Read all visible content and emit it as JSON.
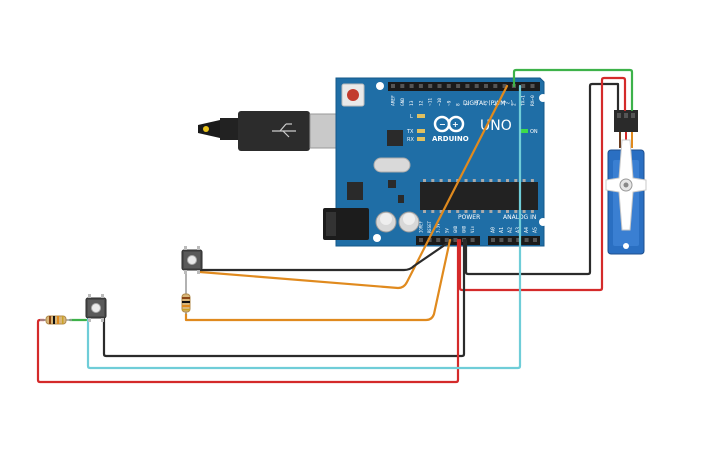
{
  "board": {
    "brand": "ARDUINO",
    "model": "UNO",
    "digital_label": "DIGITAL (PWM~)",
    "power_label": "POWER",
    "analog_label": "ANALOG IN",
    "on_label": "ON",
    "led_l": "L",
    "led_tx": "TX",
    "led_rx": "RX",
    "digital_pins": [
      "AREF",
      "GND",
      "13",
      "12",
      "~11",
      "~10",
      "~9",
      "8",
      "7",
      "~6",
      "~5",
      "4",
      "~3",
      "2",
      "TX→1",
      "RX←0"
    ],
    "power_pins": [
      "IOREF",
      "RESET",
      "3.3V",
      "5V",
      "GND",
      "GND",
      "Vin"
    ],
    "analog_pins": [
      "A0",
      "A1",
      "A2",
      "A3",
      "A4",
      "A5"
    ]
  },
  "components": {
    "usb_cable": "usb-cable",
    "servo": "micro-servo",
    "button_1": "pushbutton",
    "button_2": "pushbutton",
    "resistor_1": "resistor",
    "resistor_2": "resistor"
  },
  "colors": {
    "board": "#1f6ea6",
    "board_dark": "#16588a",
    "wire_black": "#2b2b2b",
    "wire_red": "#d42a2a",
    "wire_orange": "#e08a1e",
    "wire_cyan": "#6fcdd8",
    "wire_green": "#3db24a",
    "servo_blue": "#2a6fc2"
  }
}
